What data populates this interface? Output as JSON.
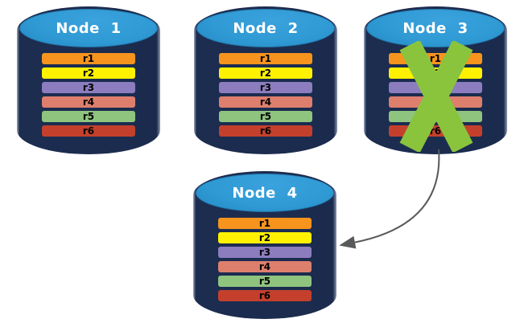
{
  "colors": {
    "background": "#ffffff",
    "cylinder_body": "#1b2b4e",
    "cylinder_top": "#2f9ad4",
    "node_title_text": "#ffffff",
    "replica_text": "#000000",
    "failure_cross": "#8ac43d",
    "arrow": "#58595b"
  },
  "nodes": [
    {
      "label": "Node 1",
      "failed": false,
      "replicas": [
        {
          "label": "r1",
          "color": "#f7941e"
        },
        {
          "label": "r2",
          "color": "#fff100"
        },
        {
          "label": "r3",
          "color": "#8c7dbe"
        },
        {
          "label": "r4",
          "color": "#de7f6d"
        },
        {
          "label": "r5",
          "color": "#8fc47f"
        },
        {
          "label": "r6",
          "color": "#c4402c"
        }
      ]
    },
    {
      "label": "Node 2",
      "failed": false,
      "replicas": [
        {
          "label": "r1",
          "color": "#f7941e"
        },
        {
          "label": "r2",
          "color": "#fff100"
        },
        {
          "label": "r3",
          "color": "#8c7dbe"
        },
        {
          "label": "r4",
          "color": "#de7f6d"
        },
        {
          "label": "r5",
          "color": "#8fc47f"
        },
        {
          "label": "r6",
          "color": "#c4402c"
        }
      ]
    },
    {
      "label": "Node 3",
      "failed": true,
      "replicas": [
        {
          "label": "r1",
          "color": "#f7941e"
        },
        {
          "label": "r2",
          "color": "#fff100"
        },
        {
          "label": "r3",
          "color": "#8c7dbe"
        },
        {
          "label": "r4",
          "color": "#de7f6d"
        },
        {
          "label": "r5",
          "color": "#8fc47f"
        },
        {
          "label": "r6",
          "color": "#c4402c"
        }
      ]
    },
    {
      "label": "Node 4",
      "failed": false,
      "replicas": [
        {
          "label": "r1",
          "color": "#f7941e"
        },
        {
          "label": "r2",
          "color": "#fff100"
        },
        {
          "label": "r3",
          "color": "#8c7dbe"
        },
        {
          "label": "r4",
          "color": "#de7f6d"
        },
        {
          "label": "r5",
          "color": "#8fc47f"
        },
        {
          "label": "r6",
          "color": "#c4402c"
        }
      ]
    }
  ],
  "arrow": {
    "from": "Node 3",
    "to": "Node 4"
  }
}
